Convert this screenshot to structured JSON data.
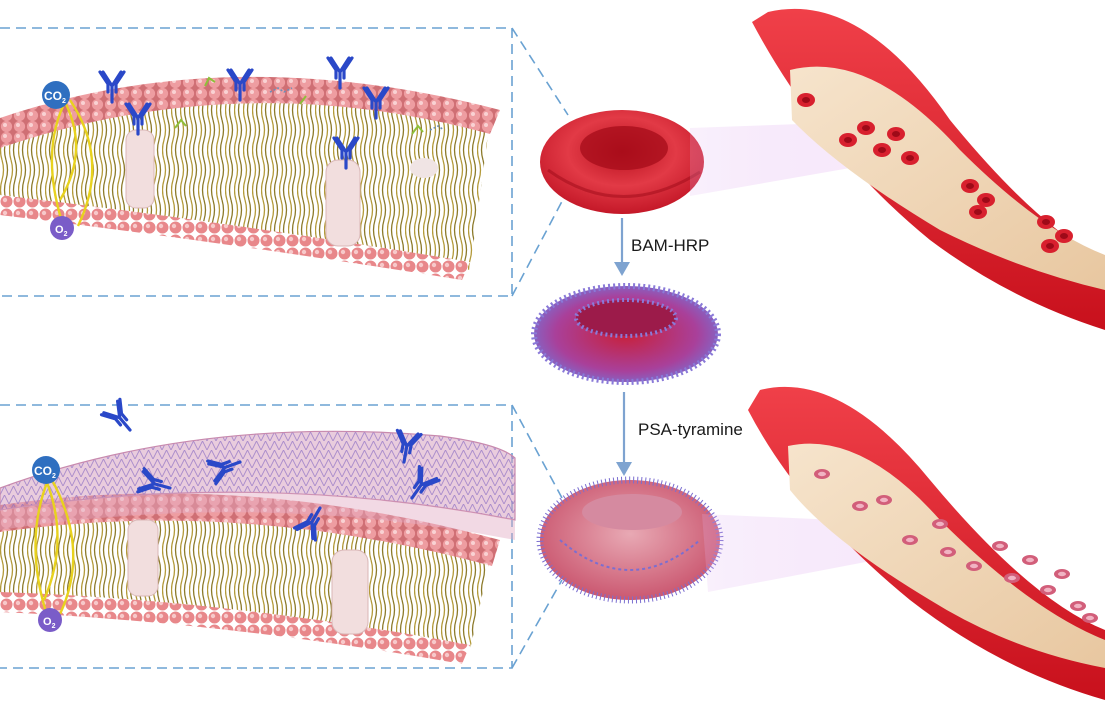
{
  "steps": [
    {
      "label": "BAM-HRP"
    },
    {
      "label": "PSA-tyramine"
    }
  ],
  "molecules": {
    "co2": {
      "base": "CO",
      "sub": "2"
    },
    "o2": {
      "base": "O",
      "sub": "2"
    }
  },
  "colors": {
    "lipid_head": "#e8878a",
    "lipid_tail": "#b39a3a",
    "antibody": "#2a48c8",
    "gas_path": "#e8d21e",
    "vessel_wall": "#e8202a",
    "vessel_interior": "#f3dcc0",
    "rbc": "#d8202e",
    "polymer_coat": "#8e6fc4",
    "guide_dash": "#6aa2d2"
  }
}
